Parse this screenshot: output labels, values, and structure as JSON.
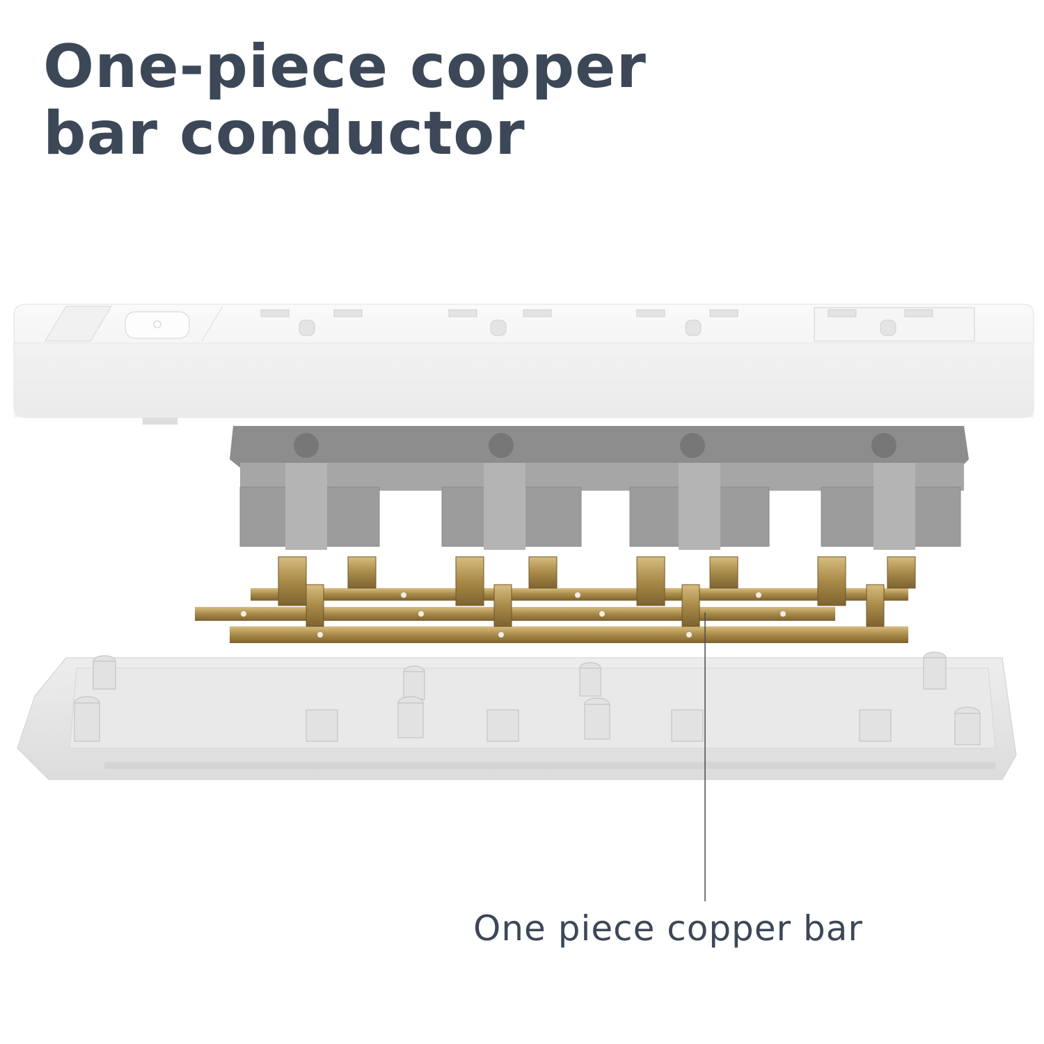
{
  "headline": {
    "line1": "One-piece copper",
    "line2": "bar conductor"
  },
  "callout": {
    "label": "One piece copper bar"
  },
  "colors": {
    "text": "#3c4757",
    "copper": "#b89a5a",
    "frame": "#9a9a9a",
    "housing": "#f4f4f4"
  }
}
